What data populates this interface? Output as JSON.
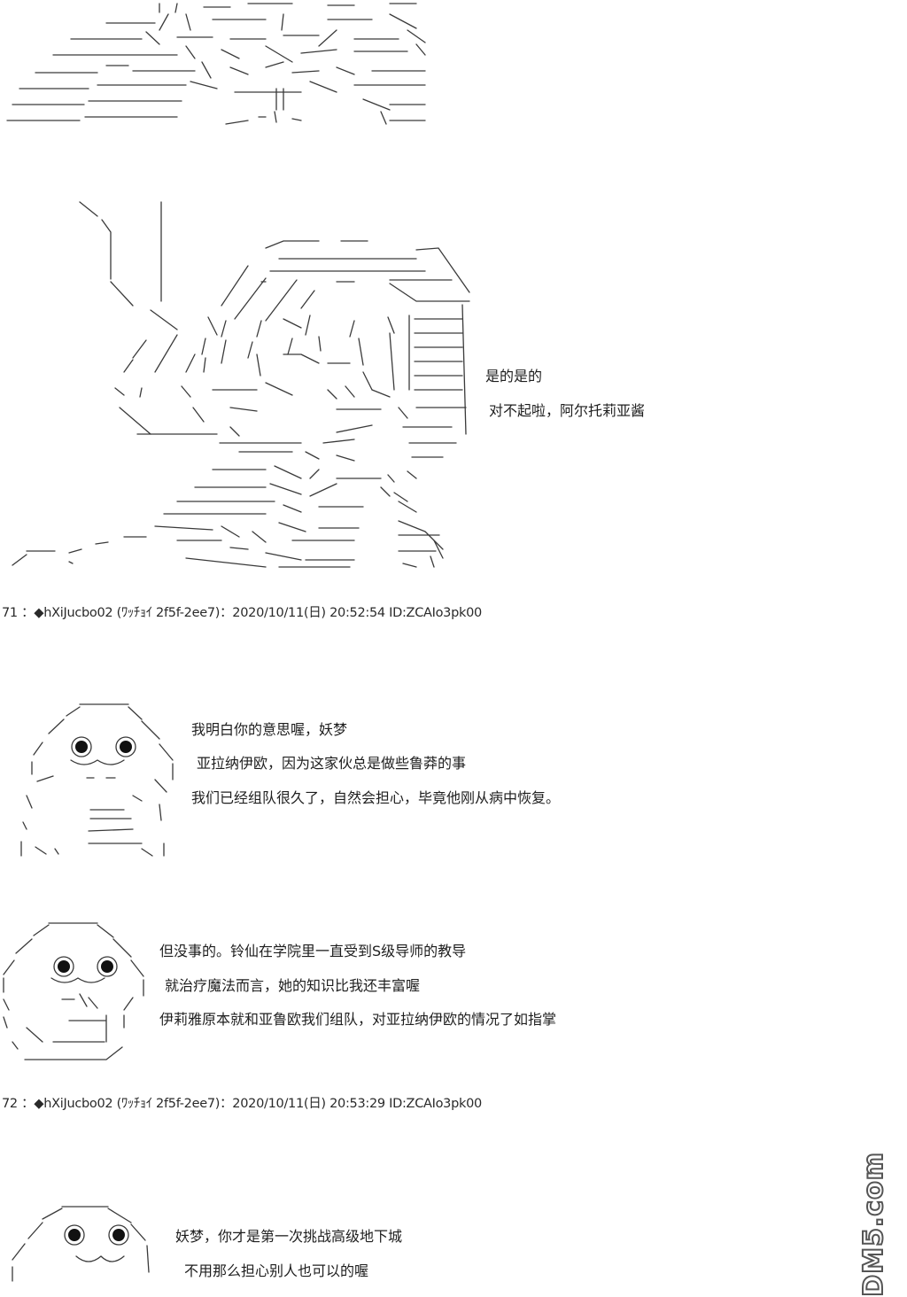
{
  "posts": [
    {
      "header": "",
      "lines": [
        "是的是的",
        "对不起啦，阿尔托莉亚酱"
      ]
    },
    {
      "header": "71 ：◆hXiJucbo02 (ﾜｯﾁｮｲ 2f5f-2ee7)：2020/10/11(日) 20:52:54 ID:ZCAIo3pk00",
      "lines": [
        "我明白你的意思喔，妖梦",
        "亚拉纳伊欧，因为这家伙总是做些鲁莽的事",
        "我们已经组队很久了，自然会担心，毕竟他刚从病中恢复。"
      ]
    },
    {
      "header": "",
      "lines": [
        "但没事的。铃仙在学院里一直受到S级导师的教导",
        "就治疗魔法而言，她的知识比我还丰富喔",
        "伊莉雅原本就和亚鲁欧我们组队，对亚拉纳伊欧的情况了如指掌"
      ]
    },
    {
      "header": "72 ：◆hXiJucbo02 (ﾜｯﾁｮｲ 2f5f-2ee7)：2020/10/11(日) 20:53:29 ID:ZCAIo3pk00",
      "lines": [
        "妖梦，你才是第一次挑战高级地下城",
        "不用那么担心别人也可以的喔"
      ]
    }
  ],
  "watermark": "DM5.com"
}
